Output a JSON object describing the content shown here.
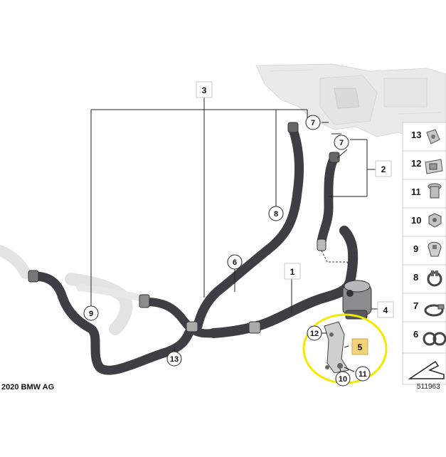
{
  "diagram": {
    "callouts": {
      "c1": "1",
      "c2": "2",
      "c3": "3",
      "c4": "4",
      "c5": "5",
      "c6": "6",
      "c7a": "7",
      "c7b": "7",
      "c8": "8",
      "c9": "9",
      "c10": "10",
      "c11": "11",
      "c12": "12",
      "c13": "13"
    },
    "highlight_color": "#f2ea00",
    "hose_color": "#3d3f44"
  },
  "legend": {
    "items": [
      {
        "number": "13",
        "icon": "clamp-clip-icon"
      },
      {
        "number": "12",
        "icon": "spring-nut-icon"
      },
      {
        "number": "11",
        "icon": "rivet-nut-icon"
      },
      {
        "number": "10",
        "icon": "hex-nut-icon"
      },
      {
        "number": "9",
        "icon": "hose-clip-icon"
      },
      {
        "number": "8",
        "icon": "spring-clamp-icon"
      },
      {
        "number": "7",
        "icon": "hose-clamp-icon"
      },
      {
        "number": "6",
        "icon": "double-hose-clamp-icon"
      }
    ],
    "nav_icon": "arrow-icon"
  },
  "footer": {
    "copyright": "2020 BMW AG",
    "diagram_id": "511963"
  }
}
